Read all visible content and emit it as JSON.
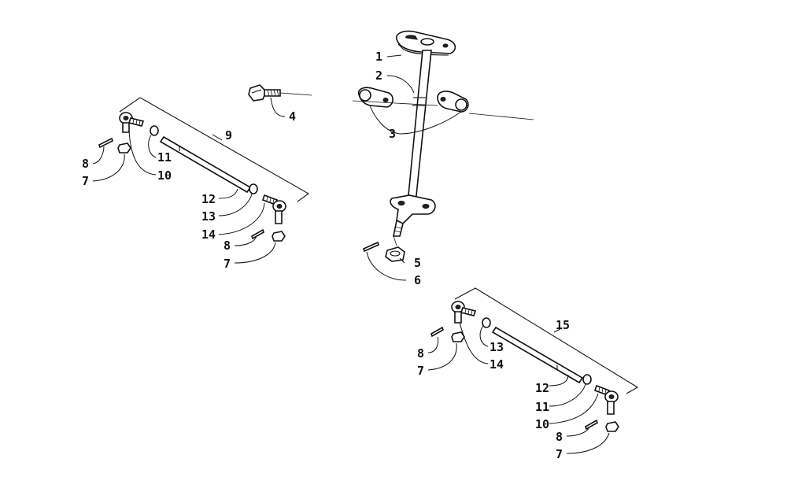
{
  "diagram": {
    "steering_column_callouts": {
      "c1": "1",
      "c2": "2",
      "c3": "3",
      "c4": "4",
      "c5": "5",
      "c6": "6"
    },
    "left_tie_rod_callouts": {
      "c7a": "7",
      "c7b": "7",
      "c8a": "8",
      "c8b": "8",
      "c9": "9",
      "c10": "10",
      "c11": "11",
      "c12": "12",
      "c13": "13",
      "c14": "14"
    },
    "right_tie_rod_callouts": {
      "c7a": "7",
      "c7b": "7",
      "c8a": "8",
      "c8b": "8",
      "c10": "10",
      "c11": "11",
      "c12": "12",
      "c13": "13",
      "c14": "14",
      "c15": "15"
    }
  }
}
